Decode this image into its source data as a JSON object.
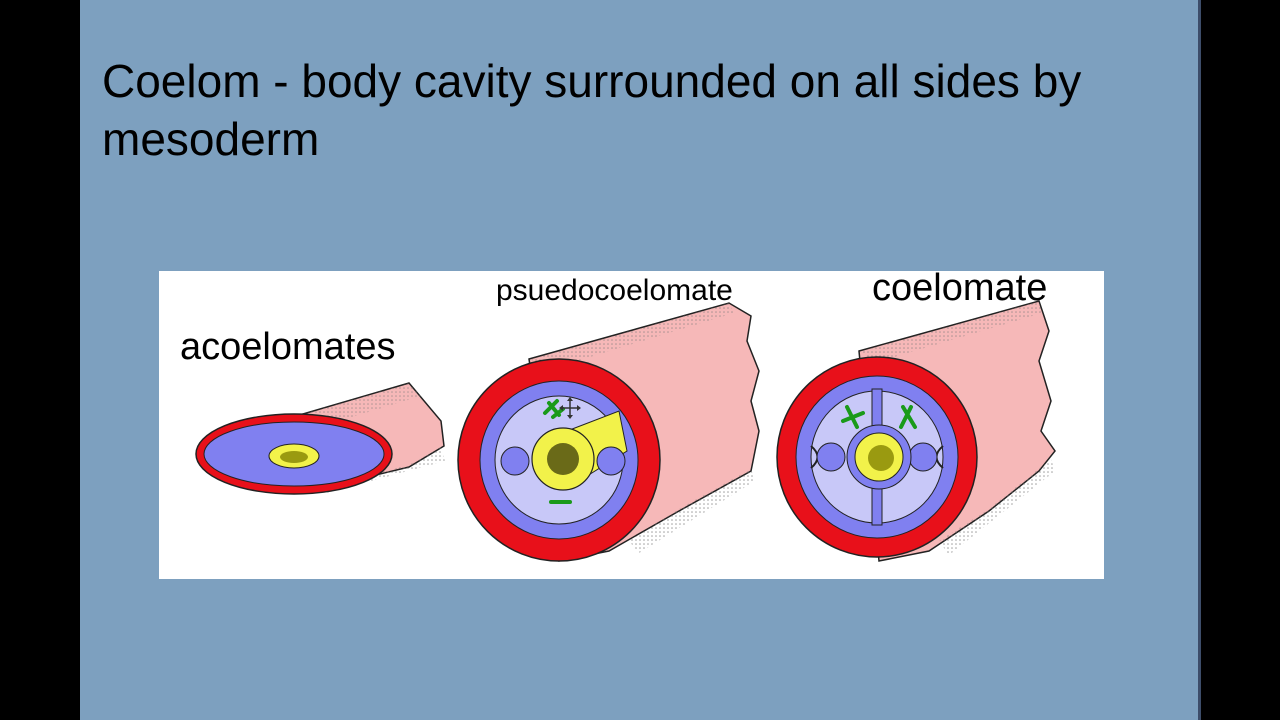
{
  "slide": {
    "title": "Coelom - body cavity surrounded on all sides by mesoderm"
  },
  "figure": {
    "labels": {
      "acoelomates": "acoelomates",
      "pseudocoelomate": "psuedocoelomate",
      "coelomate": "coelomate"
    }
  },
  "colors": {
    "slide_background": "#7da0bf",
    "outer_frame": "#000000",
    "ectoderm": "#e8101a",
    "mesoderm": "#8080f0",
    "body_cavity": "#c8c8f8",
    "tube_skin": "#f6b8b8",
    "gut": "#f2f24a",
    "gut_lumen": "#9a9a10",
    "annotation_marks": "#1a9a1a"
  },
  "icons": {
    "cursor": "move-cursor-icon"
  }
}
